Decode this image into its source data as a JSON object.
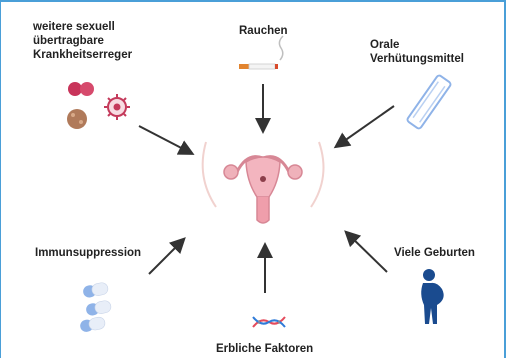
{
  "factors": {
    "sti": [
      "weitere sexuell",
      "übertragbare",
      "Krankheitserreger"
    ],
    "smoking": "Rauchen",
    "oral_contraceptives": [
      "Orale",
      "Verhütungsmittel"
    ],
    "immunosuppression": "Immunsuppression",
    "births": "Viele Geburten",
    "hereditary": "Erbliche Faktoren"
  },
  "colors": {
    "border": "#4a9fd8",
    "arrow": "#333333",
    "uterus": "#e79aa5",
    "pill": "#8fb3e8"
  }
}
